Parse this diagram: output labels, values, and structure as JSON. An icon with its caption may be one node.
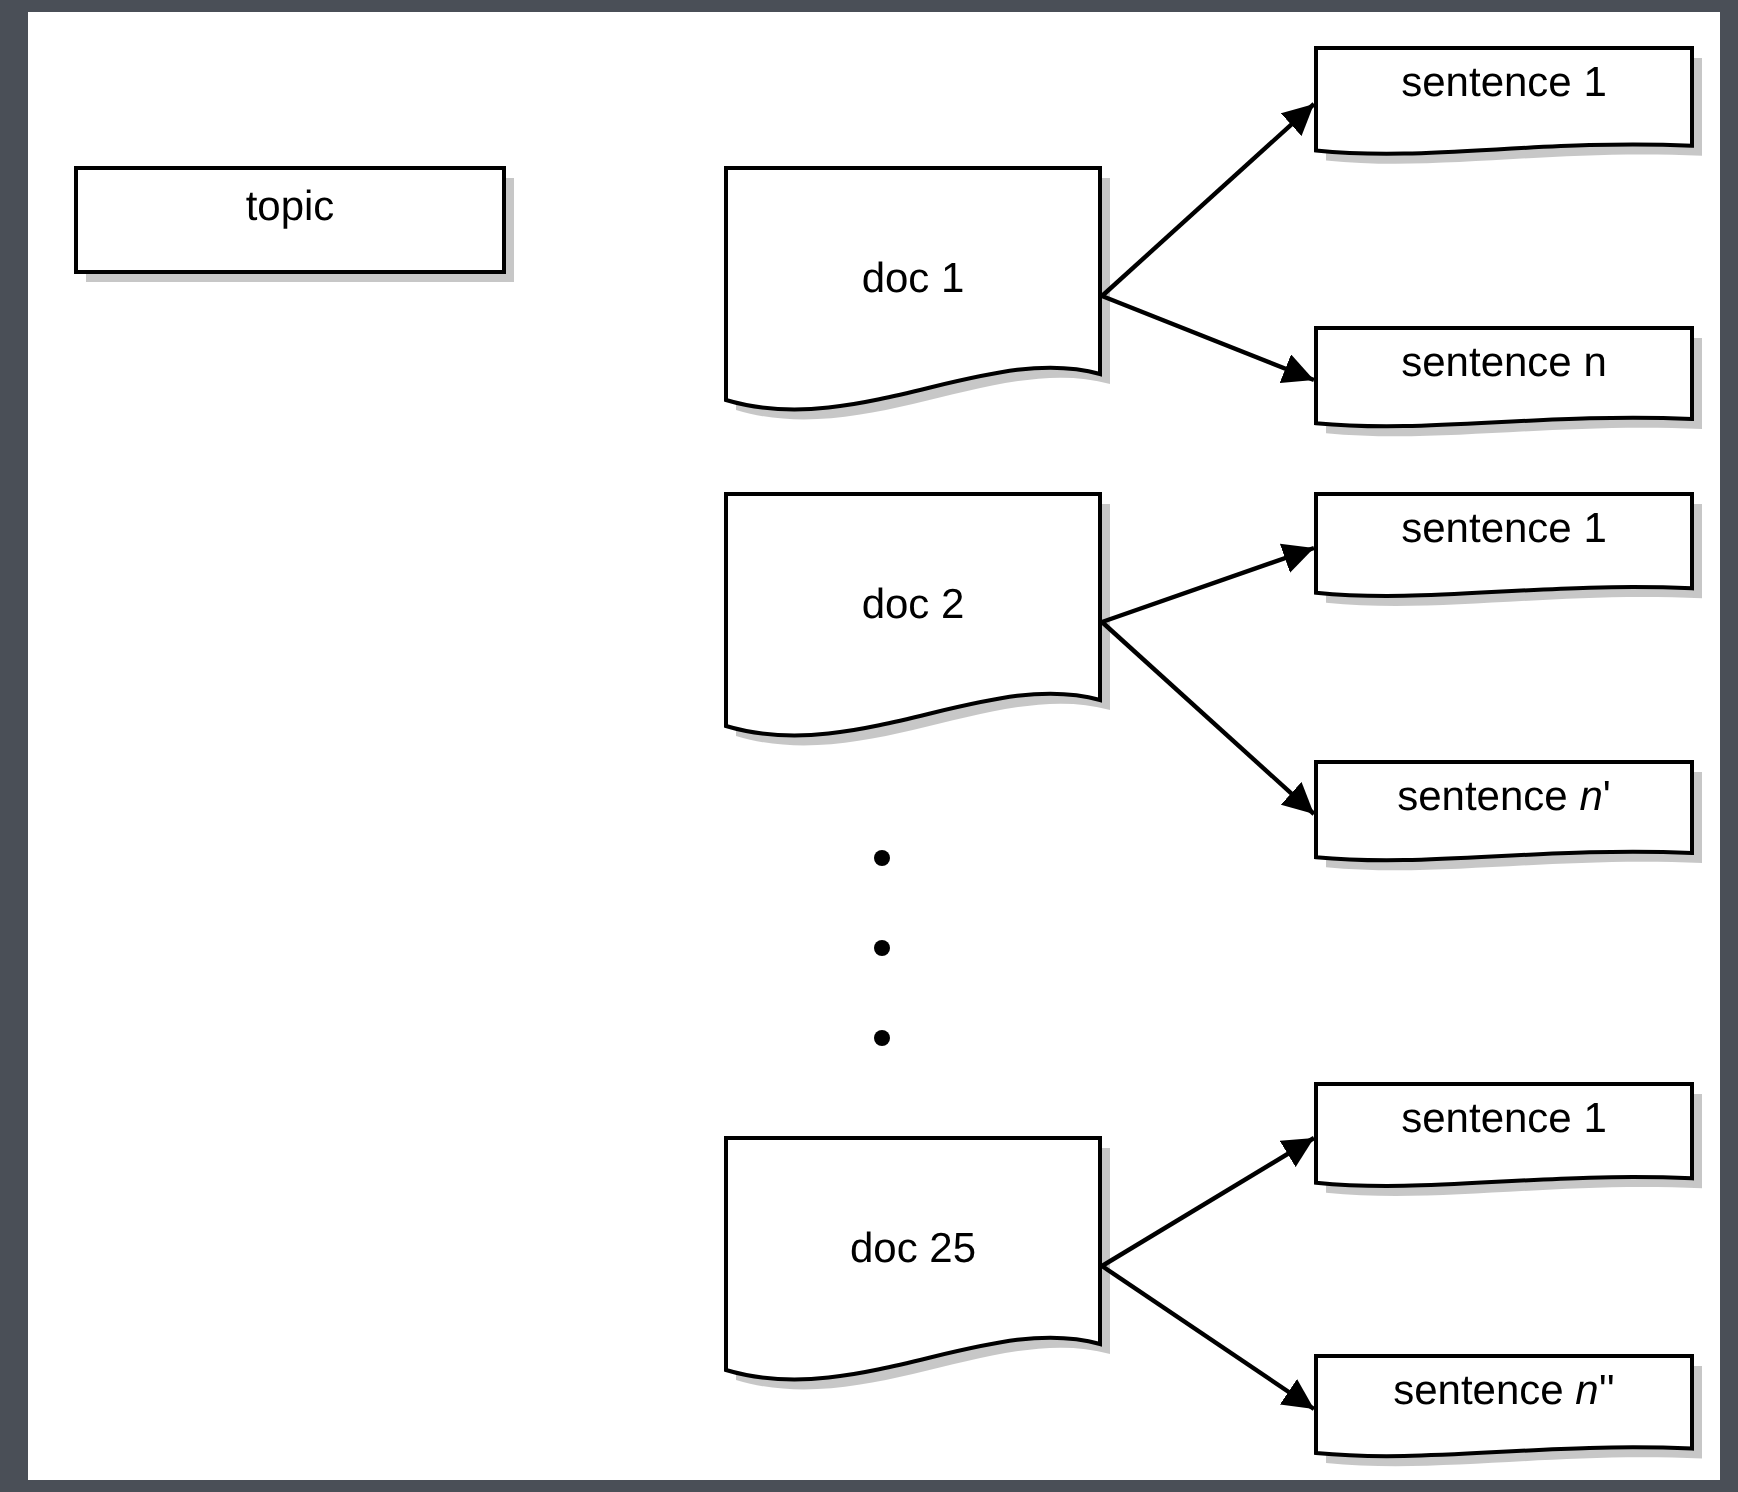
{
  "diagram": {
    "nodes": [
      {
        "text": [
          "topic"
        ]
      },
      {
        "text": [
          "doc 1"
        ]
      },
      {
        "text": [
          "sentence 1"
        ]
      },
      {
        "text": [
          "sentence n"
        ]
      },
      {
        "text": [
          "doc 2"
        ]
      },
      {
        "text": [
          "sentence 1"
        ]
      },
      {
        "text": [
          "sentence *n*'"
        ]
      },
      {
        "text": [
          "doc 25"
        ]
      },
      {
        "text": [
          "sentence 1"
        ]
      },
      {
        "text": [
          "sentence *n*''"
        ]
      }
    ],
    "edges": [
      {
        "from": 1,
        "to": 2,
        "arrow": "to"
      },
      {
        "from": 1,
        "to": 3,
        "arrow": "to"
      },
      {
        "from": 4,
        "to": 5,
        "arrow": "to"
      },
      {
        "from": 4,
        "to": 6,
        "arrow": "to"
      },
      {
        "from": 7,
        "to": 8,
        "arrow": "to"
      },
      {
        "from": 7,
        "to": 9,
        "arrow": "to"
      }
    ]
  }
}
